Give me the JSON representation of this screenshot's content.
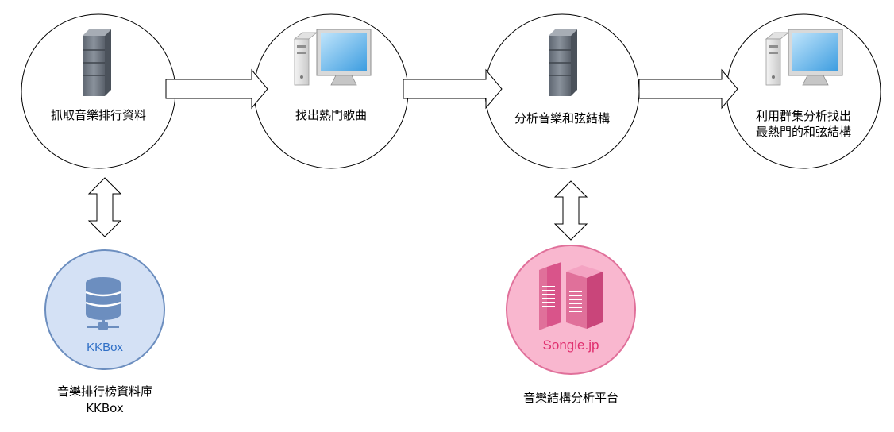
{
  "steps": [
    {
      "label": "抓取音樂排行資料",
      "icon": "server-tower-icon"
    },
    {
      "label": "找出熱門歌曲",
      "icon": "desktop-computer-icon"
    },
    {
      "label": "分析音樂和弦結構",
      "icon": "server-tower-icon"
    },
    {
      "label": "利用群集分析找出\n最熱門的和弦結構",
      "icon": "desktop-computer-icon"
    }
  ],
  "sources": [
    {
      "name": "KKBox",
      "caption": "音樂排行榜資料庫\nKKBox",
      "icon": "database-icon",
      "fill": "#d4e1f5",
      "stroke": "#6c8ebf",
      "text_color": "#2f6fc6"
    },
    {
      "name": "Songle.jp",
      "caption": "音樂結構分析平台",
      "icon": "server-rack-icon",
      "fill": "#f9b7cf",
      "stroke": "#e0709a",
      "text_color": "#e0306f"
    }
  ],
  "colors": {
    "node_stroke": "#000000",
    "arrow_fill": "#ffffff"
  }
}
